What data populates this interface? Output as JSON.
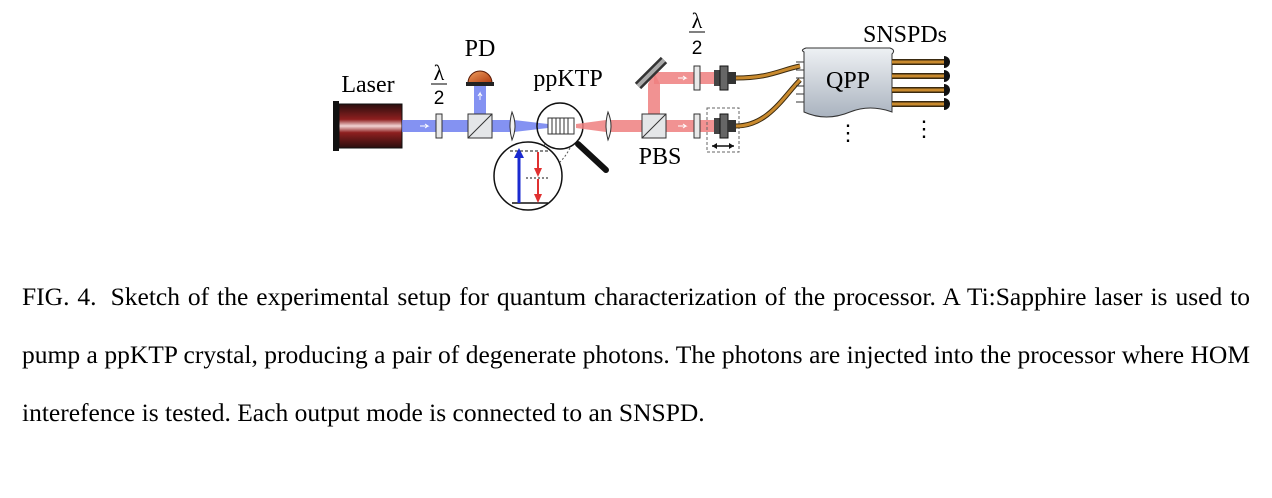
{
  "figure": {
    "labels": {
      "laser": "Laser",
      "pd": "PD",
      "ppktp": "ppKTP",
      "pbs": "PBS",
      "qpp": "QPP",
      "snspds": "SNSPDs",
      "halfwave_numerator": "λ",
      "halfwave_denominator": "2",
      "ellipsis": "⋮"
    },
    "colors": {
      "pump_beam": "#6f7ff0",
      "photon_beam": "#ee7f7f",
      "fiber": "#c98a2e",
      "chip": "#c4ccd6",
      "pd_dome": "#d4562a"
    }
  },
  "caption": {
    "label": "FIG. 4.",
    "text": "Sketch of the experimental setup for quantum characterization of the processor. A Ti:Sapphire laser is used to pump a ppKTP crystal, producing a pair of degenerate photons. The photons are injected into the processor where HOM interefence is tested. Each output mode is connected to an SNSPD."
  }
}
